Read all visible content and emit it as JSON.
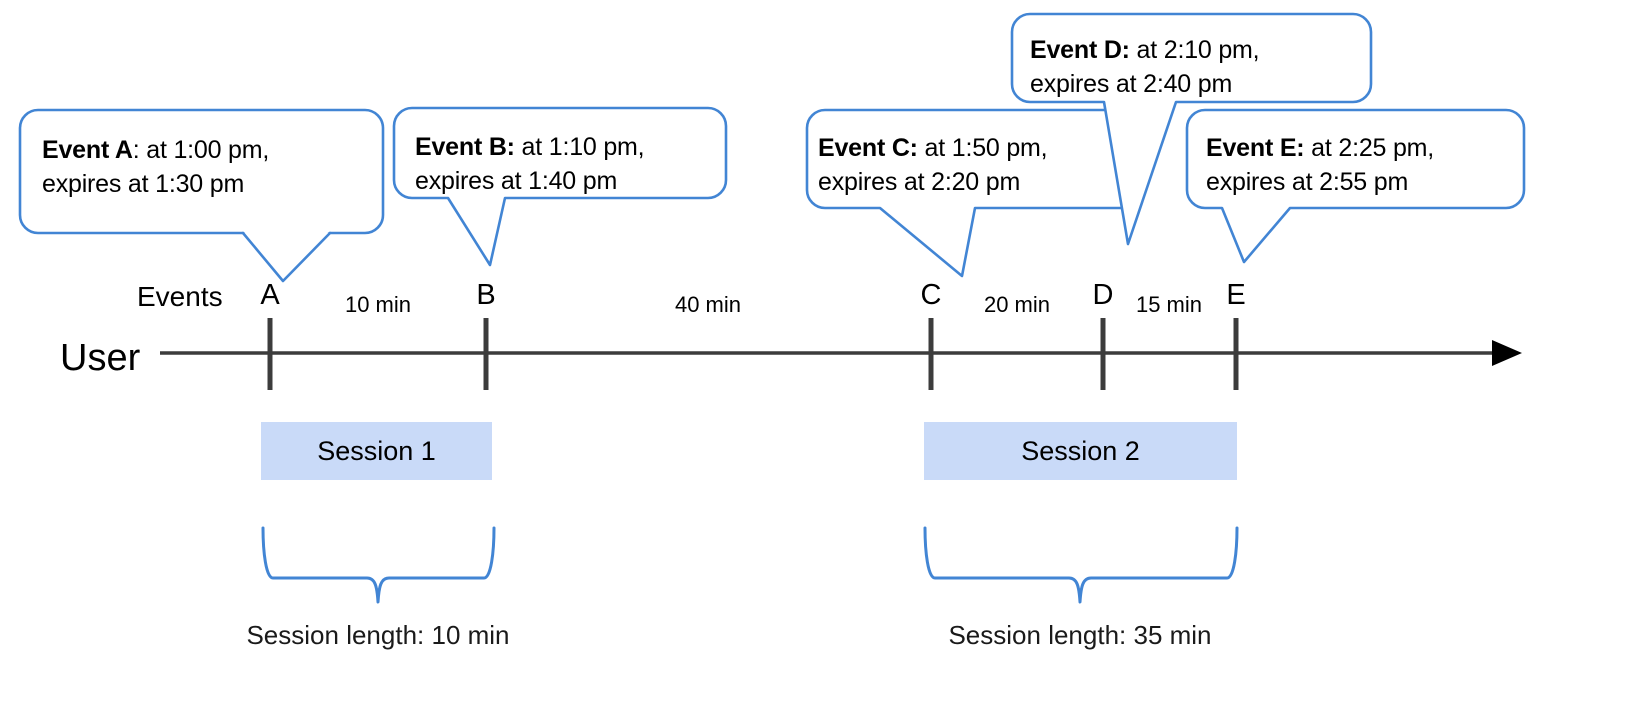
{
  "diagram": {
    "title": "User session timeline with expiring events",
    "accent_color": "#4285d4",
    "session_fill_color": "#c9daf8",
    "axis_color": "#3c3c3c",
    "text_color": "#000000"
  },
  "callouts": [
    {
      "id": "A",
      "label_bold": "Event A",
      "label_tail": ": at 1:00 pm,",
      "line2": "expires at 1:30 pm",
      "event_time": "1:00 pm",
      "expires_at": "1:30 pm"
    },
    {
      "id": "B",
      "label_bold": "Event B:",
      "label_tail": " at 1:10 pm,",
      "line2": "expires at 1:40 pm",
      "event_time": "1:10 pm",
      "expires_at": "1:40 pm"
    },
    {
      "id": "C",
      "label_bold": "Event C:",
      "label_tail": " at 1:50 pm,",
      "line2": "expires at 2:20 pm",
      "event_time": "1:50 pm",
      "expires_at": "2:20 pm"
    },
    {
      "id": "D",
      "label_bold": "Event D:",
      "label_tail": " at 2:10 pm,",
      "line2": "expires at 2:40 pm",
      "event_time": "2:10 pm",
      "expires_at": "2:40 pm"
    },
    {
      "id": "E",
      "label_bold": "Event E:",
      "label_tail": " at 2:25 pm,",
      "line2": "expires at 2:55 pm",
      "event_time": "2:25 pm",
      "expires_at": "2:55 pm"
    }
  ],
  "axis": {
    "row_label": "User",
    "events_label": "Events",
    "markers": [
      {
        "id": "A",
        "label": "A"
      },
      {
        "id": "B",
        "label": "B"
      },
      {
        "id": "C",
        "label": "C"
      },
      {
        "id": "D",
        "label": "D"
      },
      {
        "id": "E",
        "label": "E"
      }
    ],
    "intervals": [
      {
        "from": "A",
        "to": "B",
        "label": "10 min"
      },
      {
        "from": "B",
        "to": "C",
        "label": "40 min"
      },
      {
        "from": "C",
        "to": "D",
        "label": "20 min"
      },
      {
        "from": "D",
        "to": "E",
        "label": "15 min"
      }
    ]
  },
  "sessions": [
    {
      "id": "session-1",
      "label": "Session 1",
      "length_caption": "Session length: 10 min",
      "length": "10 min"
    },
    {
      "id": "session-2",
      "label": "Session 2",
      "length_caption": "Session length: 35 min",
      "length": "35 min"
    }
  ]
}
